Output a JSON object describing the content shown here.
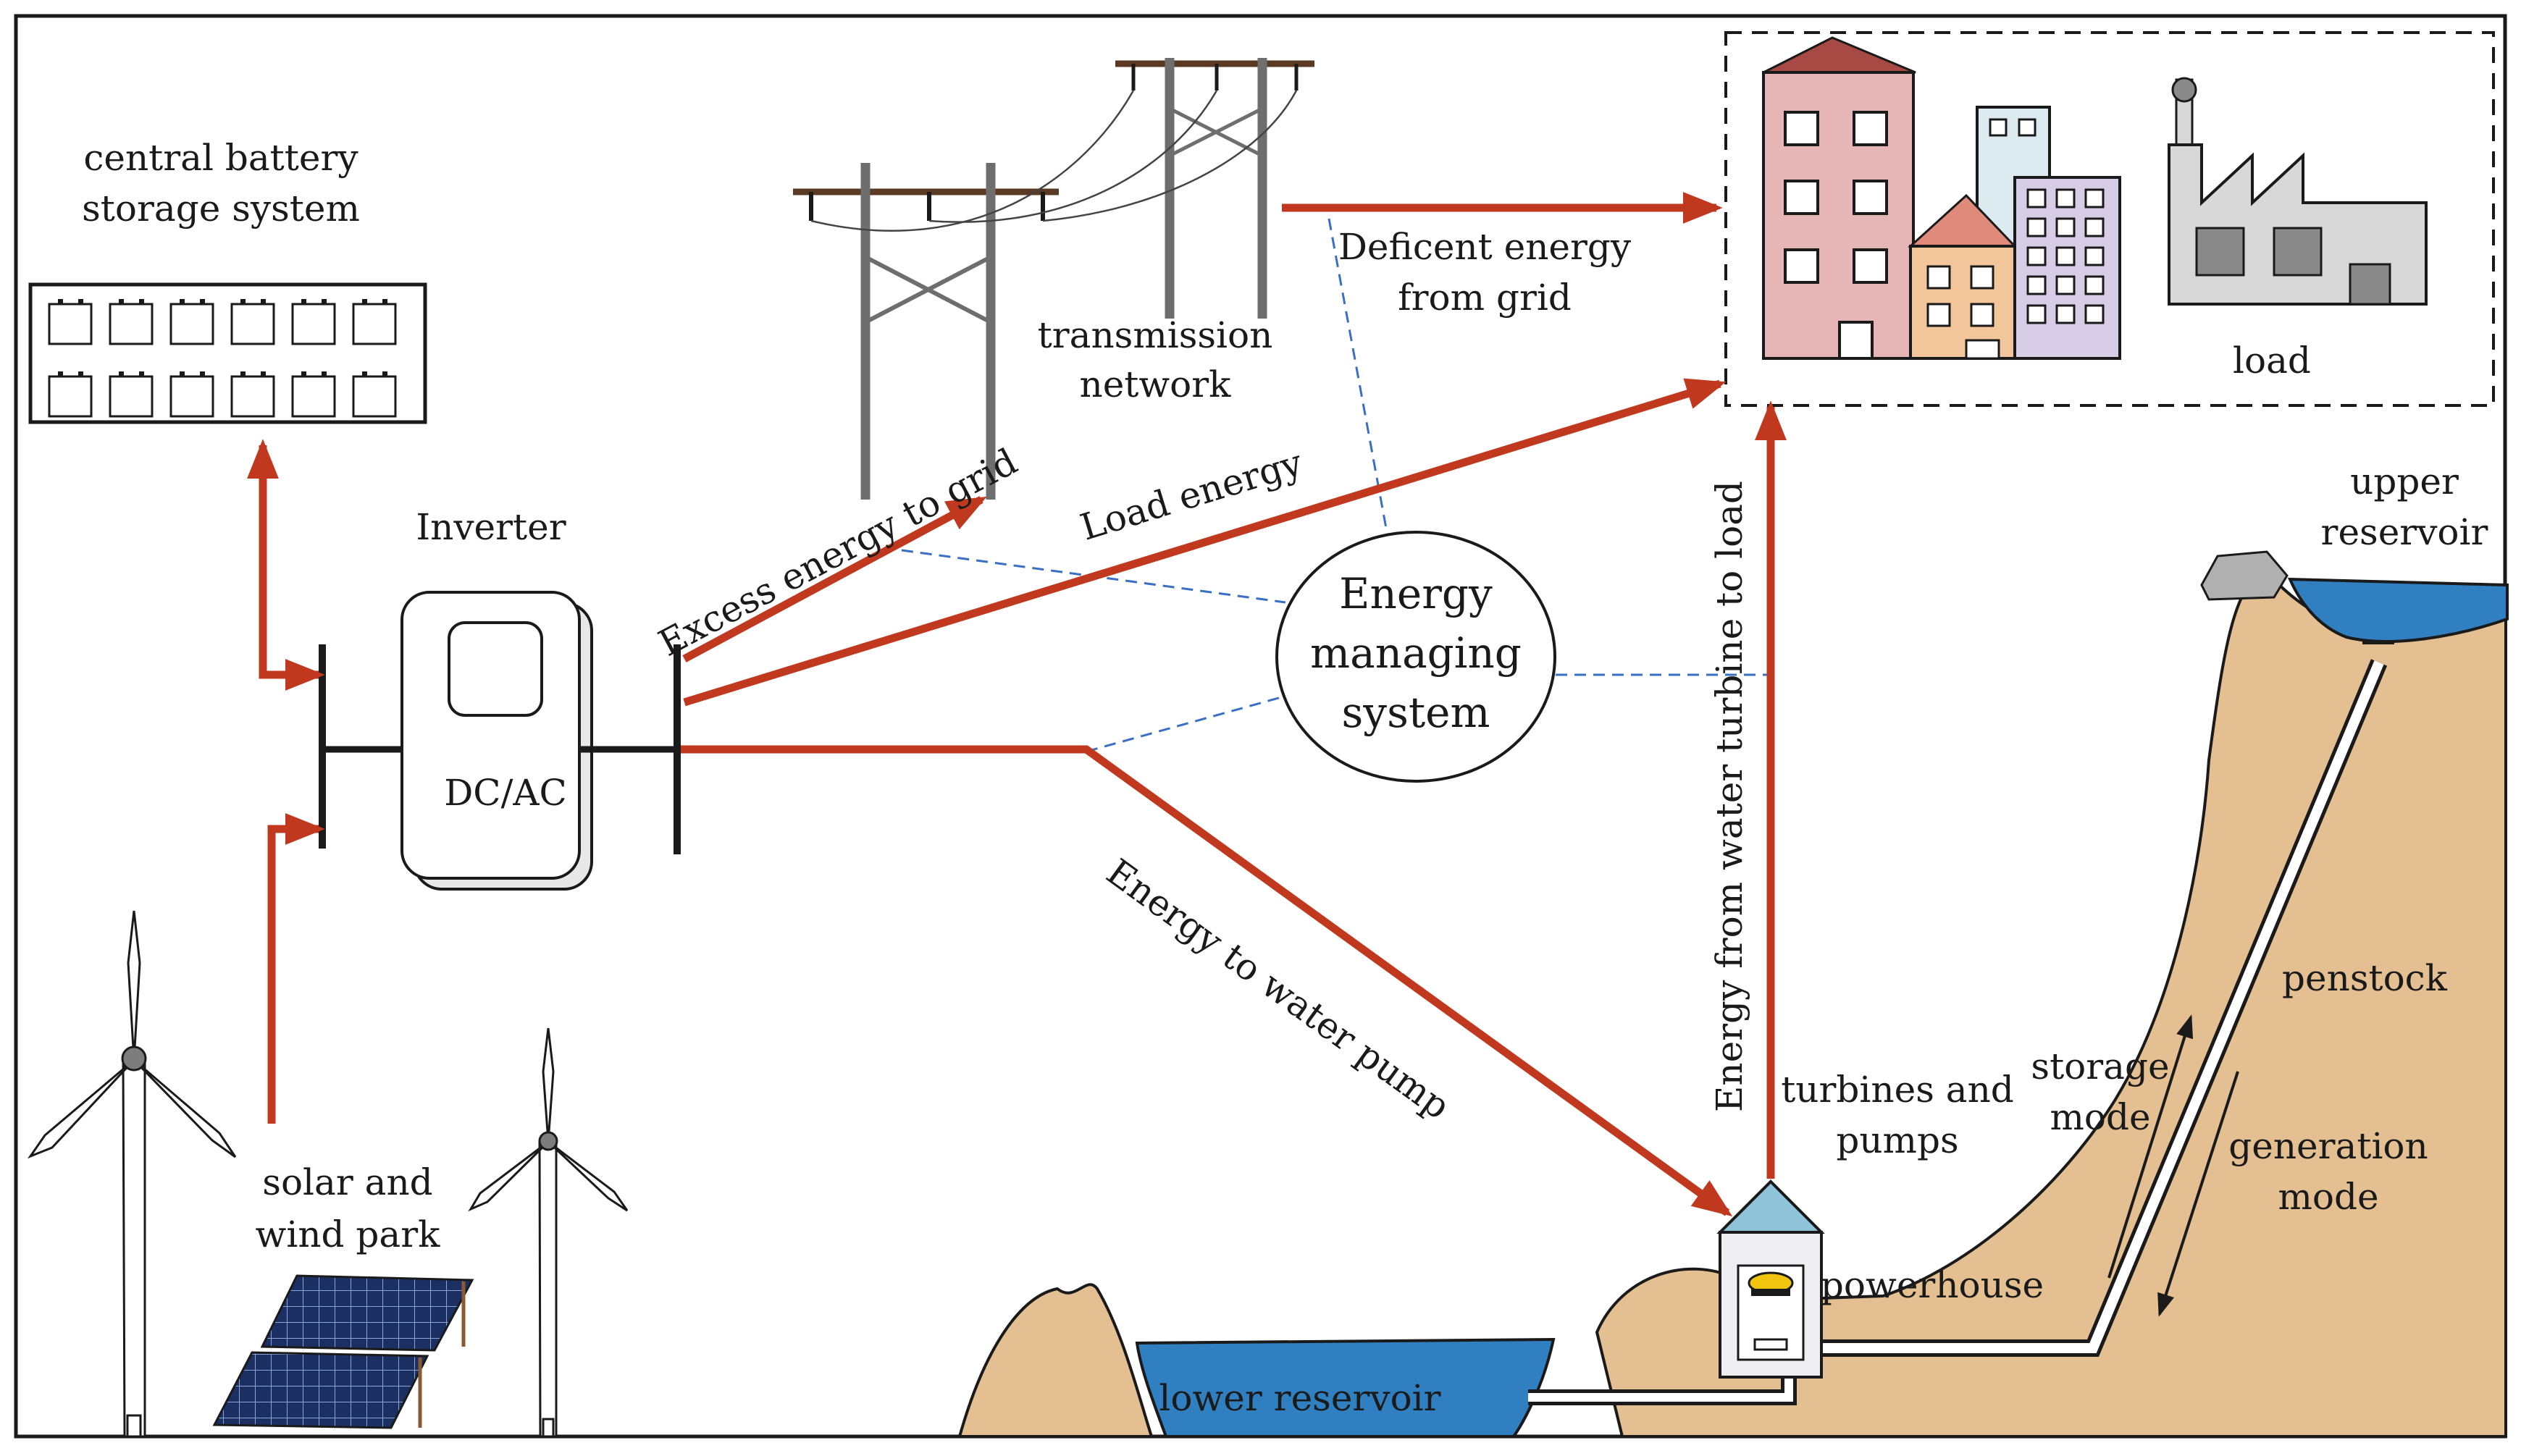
{
  "labels": {
    "battery_line1": "central battery",
    "battery_line2": "storage system",
    "inverter": "Inverter",
    "dcac": "DC/AC",
    "transmission_line1": "transmission",
    "transmission_line2": "network",
    "deficient_line1": "Deficent energy",
    "deficient_line2": "from grid",
    "load": "load",
    "excess": "Excess energy to grid",
    "load_energy": "Load energy",
    "ems_line1": "Energy",
    "ems_line2": "managing",
    "ems_line3": "system",
    "turbine_to_load": "Energy from water turbine to load",
    "upper_line1": "upper",
    "upper_line2": "reservoir",
    "penstock": "penstock",
    "storage_line1": "storage",
    "storage_line2": "mode",
    "generation_line1": "generation",
    "generation_line2": "mode",
    "turbines_line1": "turbines and",
    "turbines_line2": "pumps",
    "powerhouse": "powerhouse",
    "lower_reservoir": "lower reservoir",
    "water_pump": "Energy to water pump",
    "park_line1": "solar and",
    "park_line2": "wind park"
  },
  "colors": {
    "arrow": "#c0391f",
    "dashed": "#3a6fc4",
    "hill": "#e3bf91",
    "water": "#2f7fc1",
    "building_pink": "#e6b5b5",
    "building_orange": "#f2c59a",
    "building_lavender": "#d8cde6",
    "building_blue": "#dcebf0",
    "factory": "#d8d8d8",
    "solar": "#1b2f63"
  }
}
